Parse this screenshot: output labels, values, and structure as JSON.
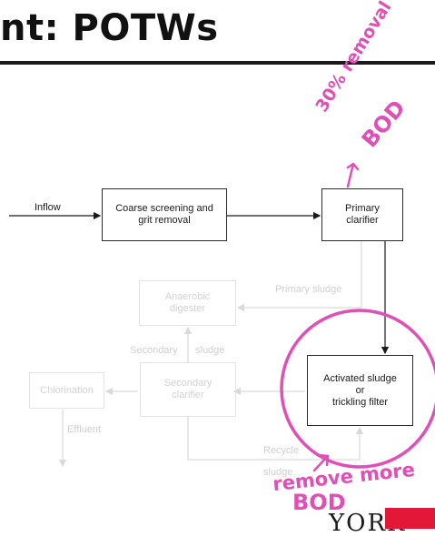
{
  "header": {
    "title": "nt: POTWs"
  },
  "boxes": {
    "screening": "Coarse screening and\ngrit removal",
    "primary": "Primary\nclarifier",
    "anaerobic": "Anaerobic\ndigester",
    "secondary": "Secondary\nclarifier",
    "chlorination": "Chlorination",
    "activated": "Activated sludge\nor\ntrickling filter"
  },
  "labels": {
    "inflow": "Inflow",
    "primary_sludge": "Primary sludge",
    "secondary_sludge_a": "Secondary",
    "secondary_sludge_b": "sludge",
    "effluent": "Effluent",
    "recycle": "Recycle",
    "recycle_sludge": "sludge"
  },
  "annotations": {
    "top_line1": "30% removal",
    "top_line2": "BOD",
    "bottom_line1": "remove more",
    "bottom_line2": "BOD"
  },
  "logo": {
    "text": "YORK"
  },
  "colors": {
    "ink": "#1a1a1a",
    "faint": "#d9d9d9",
    "marker": "#e04fb6",
    "brand": "#e31837"
  }
}
